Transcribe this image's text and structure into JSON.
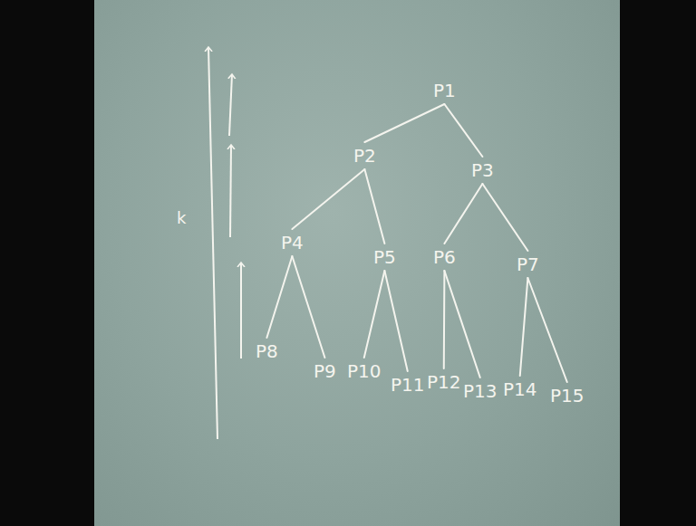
{
  "diagram": {
    "nodes": [
      {
        "text": [
          "P1"
        ]
      },
      {
        "text": [
          "P2"
        ]
      },
      {
        "text": [
          "P3"
        ]
      },
      {
        "text": [
          "P4"
        ]
      },
      {
        "text": [
          "P5"
        ]
      },
      {
        "text": [
          "P6"
        ]
      },
      {
        "text": [
          "P7"
        ]
      },
      {
        "text": [
          "P8"
        ]
      },
      {
        "text": [
          "P9"
        ]
      },
      {
        "text": [
          "P10"
        ]
      },
      {
        "text": [
          "P11"
        ]
      },
      {
        "text": [
          "P12"
        ]
      },
      {
        "text": [
          "P13"
        ]
      },
      {
        "text": [
          "P14"
        ]
      },
      {
        "text": [
          "P15"
        ]
      }
    ],
    "edges": [
      {
        "from": 0,
        "to": 1,
        "arrow": "none"
      },
      {
        "from": 0,
        "to": 2,
        "arrow": "none"
      },
      {
        "from": 1,
        "to": 3,
        "arrow": "none"
      },
      {
        "from": 1,
        "to": 4,
        "arrow": "none"
      },
      {
        "from": 2,
        "to": 5,
        "arrow": "none"
      },
      {
        "from": 2,
        "to": 6,
        "arrow": "none"
      },
      {
        "from": 3,
        "to": 7,
        "arrow": "none"
      },
      {
        "from": 3,
        "to": 8,
        "arrow": "none"
      },
      {
        "from": 4,
        "to": 9,
        "arrow": "none"
      },
      {
        "from": 4,
        "to": 10,
        "arrow": "none"
      },
      {
        "from": 5,
        "to": 11,
        "arrow": "none"
      },
      {
        "from": 5,
        "to": 12,
        "arrow": "none"
      },
      {
        "from": 6,
        "to": 13,
        "arrow": "none"
      },
      {
        "from": 6,
        "to": 14,
        "arrow": "none"
      }
    ],
    "labels": [
      "k"
    ]
  }
}
